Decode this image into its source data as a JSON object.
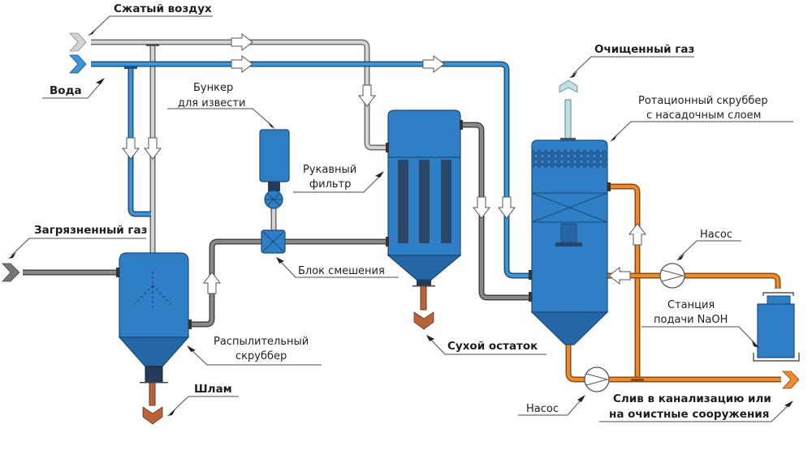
{
  "title": "Схема газоочистки: распылительный скруббер, рукавный фильтр, ротационный скруббер",
  "colors": {
    "air": "#d4d4d4",
    "water": "#3b95d6",
    "gas": "#8a8a8a",
    "naoh_liquid": "#ee8a2c",
    "vessel": "#2f7fc6",
    "vessel_dark": "#2566a7",
    "sludge": "#b8633e",
    "clean_gas": "#bfe0e3"
  },
  "labels": {
    "compressed_air": "Сжатый воздух",
    "water": "Вода",
    "lime_bunker_line1": "Бункер",
    "lime_bunker_line2": "для извести",
    "bag_filter_line1": "Рукавный",
    "bag_filter_line2": "фильтр",
    "polluted_gas": "Загрязненный газ",
    "mixing_block": "Блок смешения",
    "spray_scrubber_line1": "Распылительный",
    "spray_scrubber_line2": "скруббер",
    "sludge": "Шлам",
    "dry_residue": "Сухой остаток",
    "clean_gas": "Очищенный газ",
    "rotary_scrubber_line1": "Ротационный скруббер",
    "rotary_scrubber_line2": "с насадочным слоем",
    "pump_top": "Насос",
    "naoh_station_line1": "Станция",
    "naoh_station_line2": "подачи NaOH",
    "pump_bottom": "Насос",
    "drain_line1": "Слив в канализацию или",
    "drain_line2": "на очистные сооружения"
  }
}
